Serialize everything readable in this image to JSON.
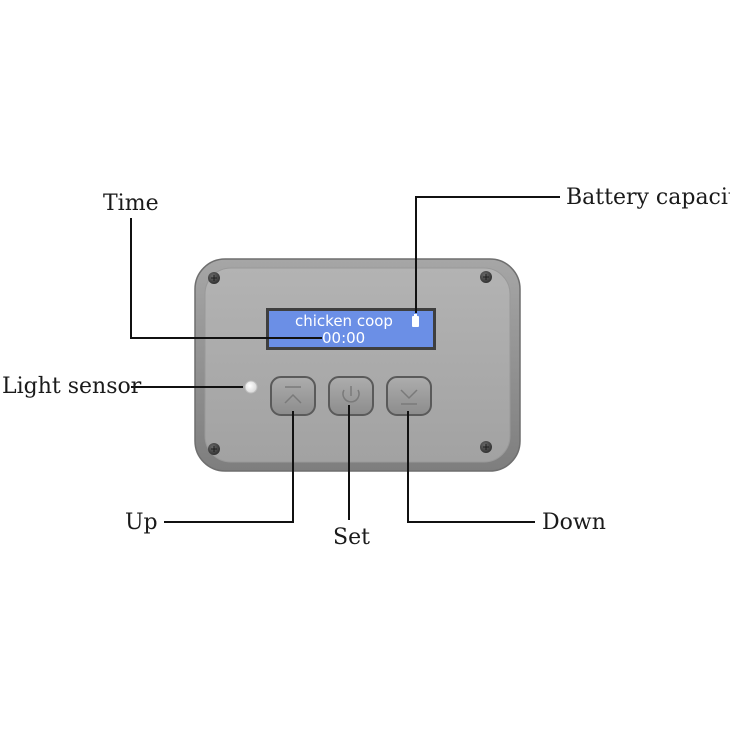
{
  "callouts": {
    "time": "Time",
    "battery": "Battery capacity",
    "light_sensor": "Light sensor",
    "up": "Up",
    "set": "Set",
    "down": "Down"
  },
  "display": {
    "line1": "chicken coop",
    "line2": "00:00",
    "background_color": "#6b8fe6",
    "text_color": "#ffffff"
  },
  "device": {
    "body_color": "#8f8f8f",
    "face_color": "#a9a9a9",
    "button_color": "#9a9a9a"
  },
  "icons": {
    "up_button": "up-arrow-icon",
    "set_button": "power-icon",
    "down_button": "down-arrow-icon",
    "battery": "battery-icon",
    "screws": "screw-icon"
  }
}
